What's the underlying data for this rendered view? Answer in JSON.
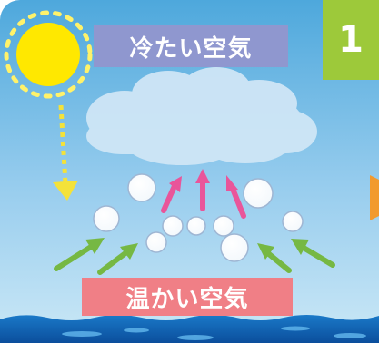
{
  "labels": {
    "cold_air": "冷たい空気",
    "warm_air": "温かい空気",
    "step_number": "1"
  },
  "colors": {
    "sky_top": "#4ea8dc",
    "sky_bottom": "#bfe2f4",
    "cloud": "#cfe6f6",
    "sun": "#ffe800",
    "sun_dots": "#fff26a",
    "cold_label_bg": "#8f97cf",
    "warm_label_bg": "#f07f86",
    "step_badge_bg": "#9dc93a",
    "rising_arrow": "#e9559a",
    "inflow_arrow": "#76b843",
    "sun_arrow": "#f4e23a",
    "sea": "#0d63b7",
    "next_arrow": "#f29a2e"
  }
}
